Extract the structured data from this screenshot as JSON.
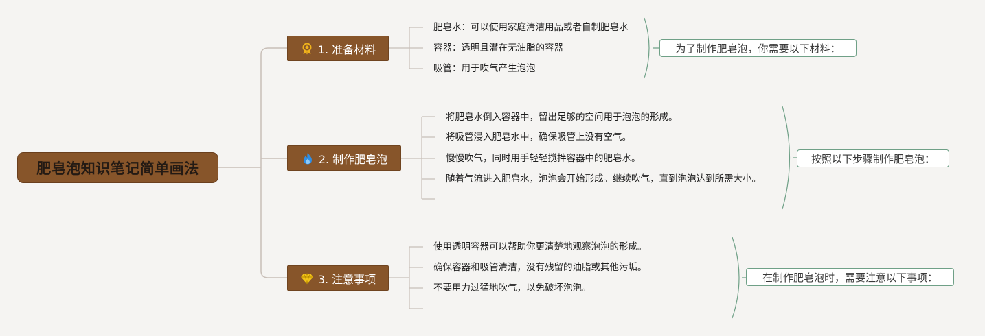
{
  "root": {
    "title": "肥皂泡知识笔记简单画法"
  },
  "branches": [
    {
      "label": "1. 准备材料",
      "icon": "award-ribbon-icon",
      "items": [
        "肥皂水：可以使用家庭清洁用品或者自制肥皂水",
        "容器：透明且潜在无油脂的容器",
        "吸管：用于吹气产生泡泡"
      ],
      "summary": "为了制作肥皂泡，你需要以下材料："
    },
    {
      "label": "2. 制作肥皂泡",
      "icon": "flame-icon",
      "items": [
        "将肥皂水倒入容器中，留出足够的空间用于泡泡的形成。",
        "将吸管浸入肥皂水中，确保吸管上没有空气。",
        "慢慢吹气，同时用手轻轻搅拌容器中的肥皂水。",
        "随着气流进入肥皂水，泡泡会开始形成。继续吹气，直到泡泡达到所需大小。"
      ],
      "summary": "按照以下步骤制作肥皂泡："
    },
    {
      "label": "3. 注意事项",
      "icon": "diamond-icon",
      "items": [
        "使用透明容器可以帮助你更清楚地观察泡泡的形成。",
        "确保容器和吸管清洁，没有残留的油脂或其他污垢。",
        "不要用力过猛地吹气，以免破坏泡泡。"
      ],
      "summary": "在制作肥皂泡时，需要注意以下事项："
    }
  ],
  "colors": {
    "node_fill": "#87552a",
    "connector": "#c8bfb8",
    "summary_border": "#6fa087",
    "background": "#f5f4f2"
  }
}
